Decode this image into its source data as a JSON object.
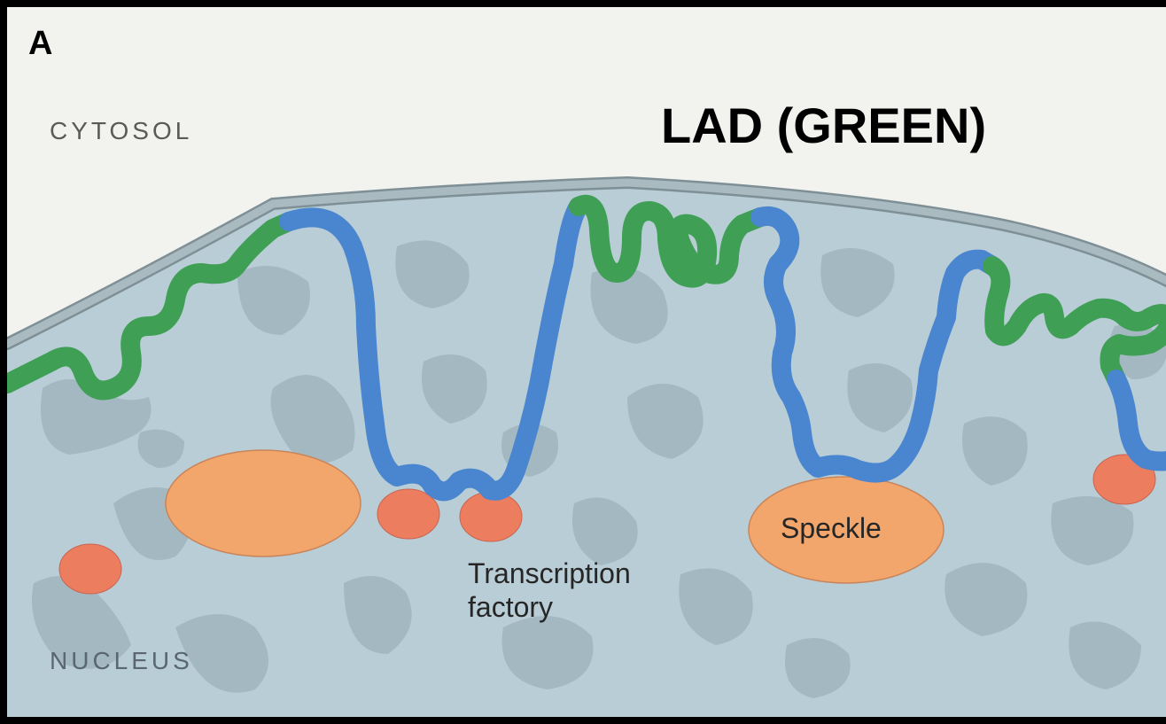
{
  "figure": {
    "panel_letter": "A",
    "title": "LAD (GREEN)",
    "regions": {
      "cytosol": "CYTOSOL",
      "nucleus": "NUCLEUS"
    },
    "structures": {
      "transcription_factory_line1": "Transcription",
      "transcription_factory_line2": "factory",
      "speckle": "Speckle"
    },
    "colors": {
      "cytosol_bg": "#f2f2ef",
      "nucleoplasm": "#b9cdd6",
      "chromatin_patch": "#a3b8c1",
      "nuclear_envelope": "#9eafb6",
      "lad_segment": "#3f9f55",
      "inter_lad_segment": "#4a86cf",
      "speckle": "#f2a66b",
      "transcription_factory": "#ec7d5f",
      "frame": "#000000"
    }
  }
}
